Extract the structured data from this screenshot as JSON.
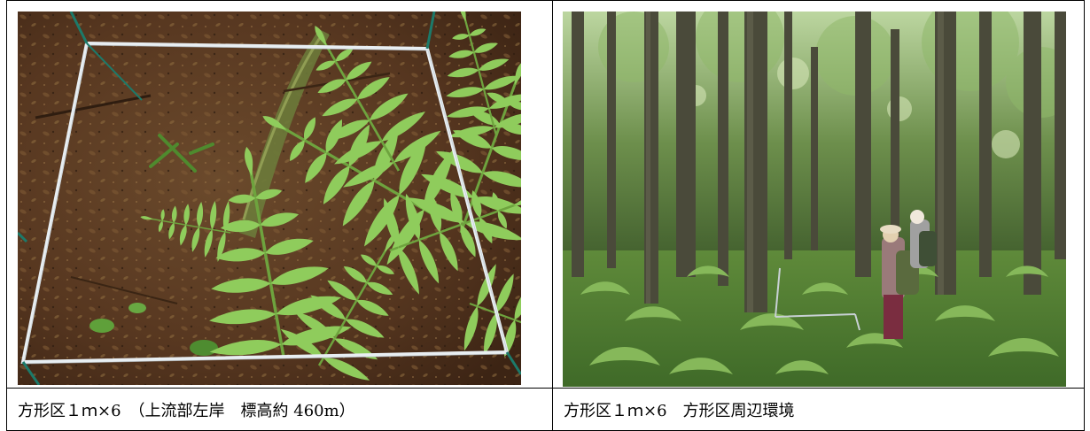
{
  "cells": [
    {
      "photo_subject": "fern-quadrat-photo",
      "caption": "方形区１ｍ×6　（上流部左岸　標高約 460m）"
    },
    {
      "photo_subject": "forest-survey-photo",
      "caption": "方形区１ｍ×6　方形区周辺環境"
    }
  ],
  "colors": {
    "border": "#000000",
    "soil": "#5a3a22",
    "fern": "#7fbf4a",
    "forest": "#3f5e2a",
    "quadrat_tape": "#e8eef2"
  }
}
